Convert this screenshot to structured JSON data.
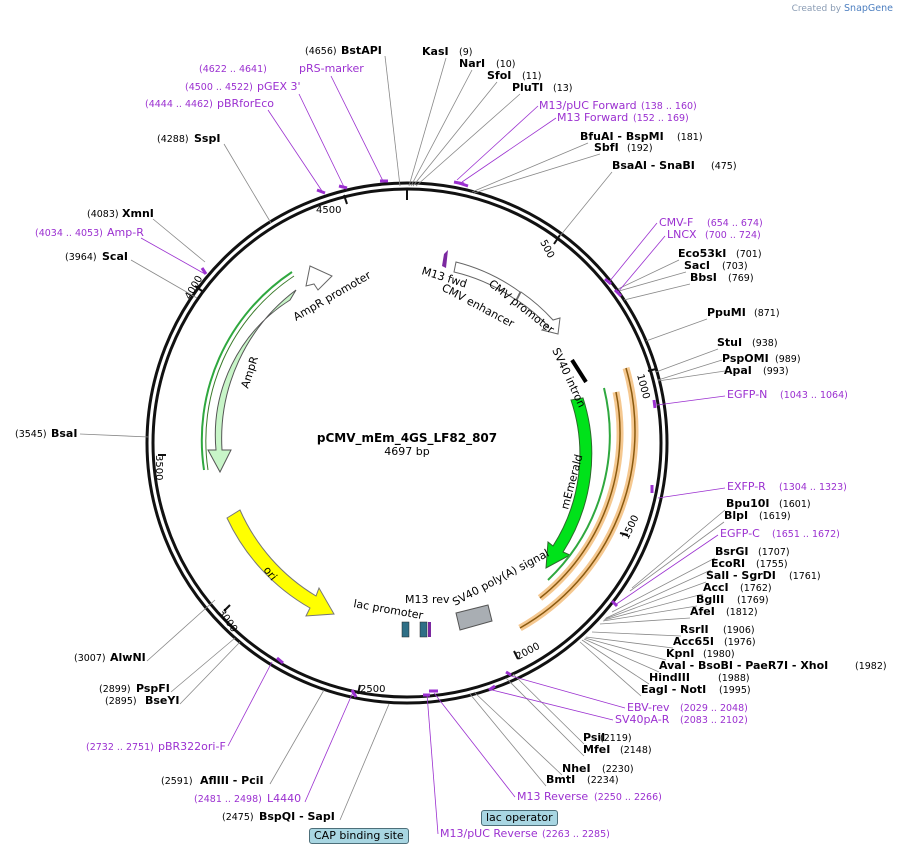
{
  "watermark": {
    "created_by": "Created by",
    "brand": "SnapGene"
  },
  "plasmid": {
    "name": "pCMV_mEm_4GS_LF82_807",
    "length_label": "4697 bp"
  },
  "scale_ticks": [
    "500",
    "1000",
    "1500",
    "2000",
    "2500",
    "3000",
    "3500",
    "4000",
    "4500"
  ],
  "enzymes": [
    {
      "name": "BstAPI",
      "pos": "(4656)"
    },
    {
      "name": "KasI",
      "pos": "(9)"
    },
    {
      "name": "NarI",
      "pos": "(10)"
    },
    {
      "name": "SfoI",
      "pos": "(11)"
    },
    {
      "name": "PluTI",
      "pos": "(13)"
    },
    {
      "name": "BfuAI - BspMI",
      "pos": "(181)"
    },
    {
      "name": "SbfI",
      "pos": "(192)"
    },
    {
      "name": "BsaAI - SnaBI",
      "pos": "(475)"
    },
    {
      "name": "Eco53kI",
      "pos": "(701)"
    },
    {
      "name": "SacI",
      "pos": "(703)"
    },
    {
      "name": "BbsI",
      "pos": "(769)"
    },
    {
      "name": "PpuMI",
      "pos": "(871)"
    },
    {
      "name": "StuI",
      "pos": "(938)"
    },
    {
      "name": "PspOMI",
      "pos": "(989)"
    },
    {
      "name": "ApaI",
      "pos": "(993)"
    },
    {
      "name": "Bpu10I",
      "pos": "(1601)"
    },
    {
      "name": "BlpI",
      "pos": "(1619)"
    },
    {
      "name": "BsrGI",
      "pos": "(1707)"
    },
    {
      "name": "EcoRI",
      "pos": "(1755)"
    },
    {
      "name": "SalI - SgrDI",
      "pos": "(1761)"
    },
    {
      "name": "AccI",
      "pos": "(1762)"
    },
    {
      "name": "BglII",
      "pos": "(1769)"
    },
    {
      "name": "AfeI",
      "pos": "(1812)"
    },
    {
      "name": "RsrII",
      "pos": "(1906)"
    },
    {
      "name": "Acc65I",
      "pos": "(1976)"
    },
    {
      "name": "KpnI",
      "pos": "(1980)"
    },
    {
      "name": "AvaI - BsoBI - PaeR7I - XhoI",
      "pos": "(1982)"
    },
    {
      "name": "HindIII",
      "pos": "(1988)"
    },
    {
      "name": "EagI - NotI",
      "pos": "(1995)"
    },
    {
      "name": "PsiI",
      "pos": "(2119)"
    },
    {
      "name": "MfeI",
      "pos": "(2148)"
    },
    {
      "name": "NheI",
      "pos": "(2230)"
    },
    {
      "name": "BmtI",
      "pos": "(2234)"
    },
    {
      "name": "BspQI - SapI",
      "pos": "(2475)"
    },
    {
      "name": "AflIII - PciI",
      "pos": "(2591)"
    },
    {
      "name": "BseYI",
      "pos": "(2895)"
    },
    {
      "name": "PspFI",
      "pos": "(2899)"
    },
    {
      "name": "AlwNI",
      "pos": "(3007)"
    },
    {
      "name": "BsaI",
      "pos": "(3545)"
    },
    {
      "name": "ScaI",
      "pos": "(3964)"
    },
    {
      "name": "XmnI",
      "pos": "(4083)"
    },
    {
      "name": "SspI",
      "pos": "(4288)"
    }
  ],
  "primers": [
    {
      "name": "pRS-marker",
      "range": "(4622 .. 4641)"
    },
    {
      "name": "pGEX 3'",
      "range": "(4500 .. 4522)"
    },
    {
      "name": "pBRforEco",
      "range": "(4444 .. 4462)"
    },
    {
      "name": "M13/pUC Forward",
      "range": "(138 .. 160)"
    },
    {
      "name": "M13 Forward",
      "range": "(152 .. 169)"
    },
    {
      "name": "CMV-F",
      "range": "(654 .. 674)"
    },
    {
      "name": "LNCX",
      "range": "(700 .. 724)"
    },
    {
      "name": "EGFP-N",
      "range": "(1043 .. 1064)"
    },
    {
      "name": "EXFP-R",
      "range": "(1304 .. 1323)"
    },
    {
      "name": "EGFP-C",
      "range": "(1651 .. 1672)"
    },
    {
      "name": "EBV-rev",
      "range": "(2029 .. 2048)"
    },
    {
      "name": "SV40pA-R",
      "range": "(2083 .. 2102)"
    },
    {
      "name": "M13 Reverse",
      "range": "(2250 .. 2266)"
    },
    {
      "name": "M13/pUC Reverse",
      "range": "(2263 .. 2285)"
    },
    {
      "name": "L4440",
      "range": "(2481 .. 2498)"
    },
    {
      "name": "pBR322ori-F",
      "range": "(2732 .. 2751)"
    },
    {
      "name": "Amp-R",
      "range": "(4034 .. 4053)"
    }
  ],
  "features": {
    "m13_fwd": "M13 fwd",
    "cmv_enhancer": "CMV enhancer",
    "cmv_promoter": "CMV promoter",
    "sv40_intron": "SV40 intron",
    "memerald": "mEmerald",
    "sv40_polya": "SV40 poly(A) signal",
    "m13_rev": "M13 rev",
    "lac_promoter": "lac promoter",
    "ori": "ori",
    "ampr": "AmpR",
    "ampr_promoter": "AmpR promoter",
    "lac_operator": "lac operator",
    "cap_binding_site": "CAP binding site"
  },
  "colors": {
    "backbone": "#111111",
    "primer": "#9b30d0",
    "memerald": "#00e21a",
    "ori": "#ffff00",
    "ampr": "#c8f5c8",
    "orf_highlight": "#f5c890",
    "polya": "#a9aeb3",
    "boxed_label": "#a8d6e2"
  }
}
